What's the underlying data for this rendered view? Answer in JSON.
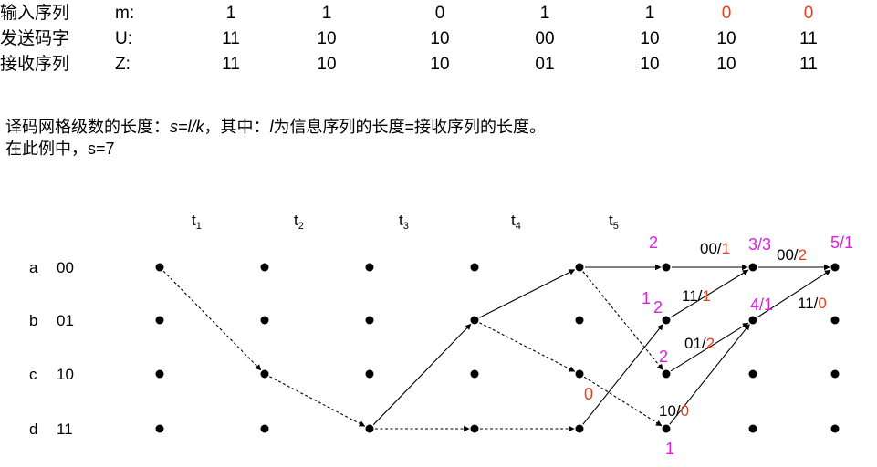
{
  "table": {
    "rows": [
      {
        "label": "输入序列",
        "symbol": "m:",
        "values": [
          "1",
          "1",
          "0",
          "1",
          "1",
          "0",
          "0"
        ],
        "red": [
          false,
          false,
          false,
          false,
          false,
          true,
          true
        ]
      },
      {
        "label": "发送码字",
        "symbol": "U:",
        "values": [
          "11",
          "10",
          "10",
          "00",
          "10",
          "10",
          "11"
        ],
        "red": [
          false,
          false,
          false,
          false,
          false,
          false,
          false
        ]
      },
      {
        "label": "接收序列",
        "symbol": "Z:",
        "values": [
          "11",
          "10",
          "10",
          "01",
          "10",
          "10",
          "11"
        ],
        "red": [
          false,
          false,
          false,
          false,
          false,
          false,
          false
        ]
      }
    ]
  },
  "caption": {
    "line1_a": "译码网格级数的长度：",
    "line1_formula": "s=l/k",
    "line1_b": "，其中：",
    "line1_l": "l",
    "line1_c": "为信息序列的长度=接收序列的长度。",
    "line2": "在此例中，s=7"
  },
  "trellis": {
    "time_labels": [
      {
        "main": "t",
        "sub": "1"
      },
      {
        "main": "t",
        "sub": "2"
      },
      {
        "main": "t",
        "sub": "3"
      },
      {
        "main": "t",
        "sub": "4"
      },
      {
        "main": "t",
        "sub": "5"
      }
    ],
    "states": [
      {
        "letter": "a",
        "code": "00"
      },
      {
        "letter": "b",
        "code": "01"
      },
      {
        "letter": "c",
        "code": "10"
      },
      {
        "letter": "d",
        "code": "11"
      }
    ],
    "metrics": [
      "2",
      "3/3",
      "5/1",
      "1",
      "2",
      "4/1",
      "2",
      "0",
      "1"
    ],
    "branch_labels": [
      {
        "code": "00/",
        "num": "1"
      },
      {
        "code": "00/",
        "num": "2"
      },
      {
        "code": "11/",
        "num": "1"
      },
      {
        "code": "11/",
        "num": "0"
      },
      {
        "code": "01/",
        "num": "2"
      },
      {
        "code": "10/",
        "num": "0"
      }
    ]
  },
  "colors": {
    "red": "#e8401c",
    "magenta": "#e020e0",
    "black": "#000000"
  }
}
